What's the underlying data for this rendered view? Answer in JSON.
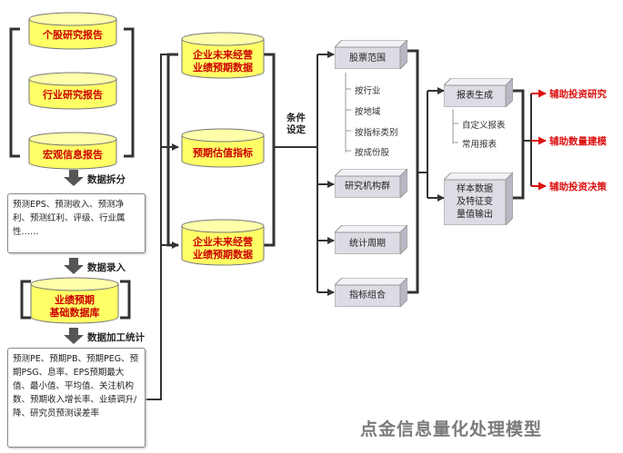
{
  "reports": {
    "stock": "个股研究报告",
    "industry": "行业研究报告",
    "macro": "宏观信息报告"
  },
  "steps": {
    "split": "数据拆分",
    "entry": "数据录入",
    "process": "数据加工统计"
  },
  "split_fields": "预测EPS、预测收入、预测净利、预测红利、评级、行业属性……",
  "base_db": [
    "业绩预期",
    "基础数据库"
  ],
  "processed_fields": "预测PE、预期PB、预期PEG、预期PSG、息率、EPS预期最大值、最小值、平均值、关注机构数、预期收入增长率、业绩调升/降、研究员预测误差率",
  "databases": {
    "future_top": [
      "企业未来经营",
      "业绩预期数据"
    ],
    "valuation": "预期估值指标",
    "future_bottom": [
      "企业未来经营",
      "业绩预期数据"
    ]
  },
  "condition": [
    "条件",
    "设定"
  ],
  "filters": {
    "stock_scope": "股票范围",
    "stock_scope_options": [
      "按行业",
      "按地域",
      "按指标类别",
      "按成份股"
    ],
    "institution": "研究机构群",
    "period": "统计周期",
    "combination": "指标组合"
  },
  "outputs": {
    "report_gen": "报表生成",
    "report_options": [
      "自定义报表",
      "常用报表"
    ],
    "sample": [
      "样本数据",
      "及特征变",
      "量值输出"
    ]
  },
  "results": [
    "辅助投资研究",
    "辅助数量建模",
    "辅助投资决策"
  ],
  "footer": "点金信息量化处理模型",
  "colors": {
    "cylinder": "#ffff66",
    "cylinder_top": "#ffffaa",
    "label_red": "#cc0000",
    "cube": "#dcdce4",
    "line": "#333333"
  }
}
